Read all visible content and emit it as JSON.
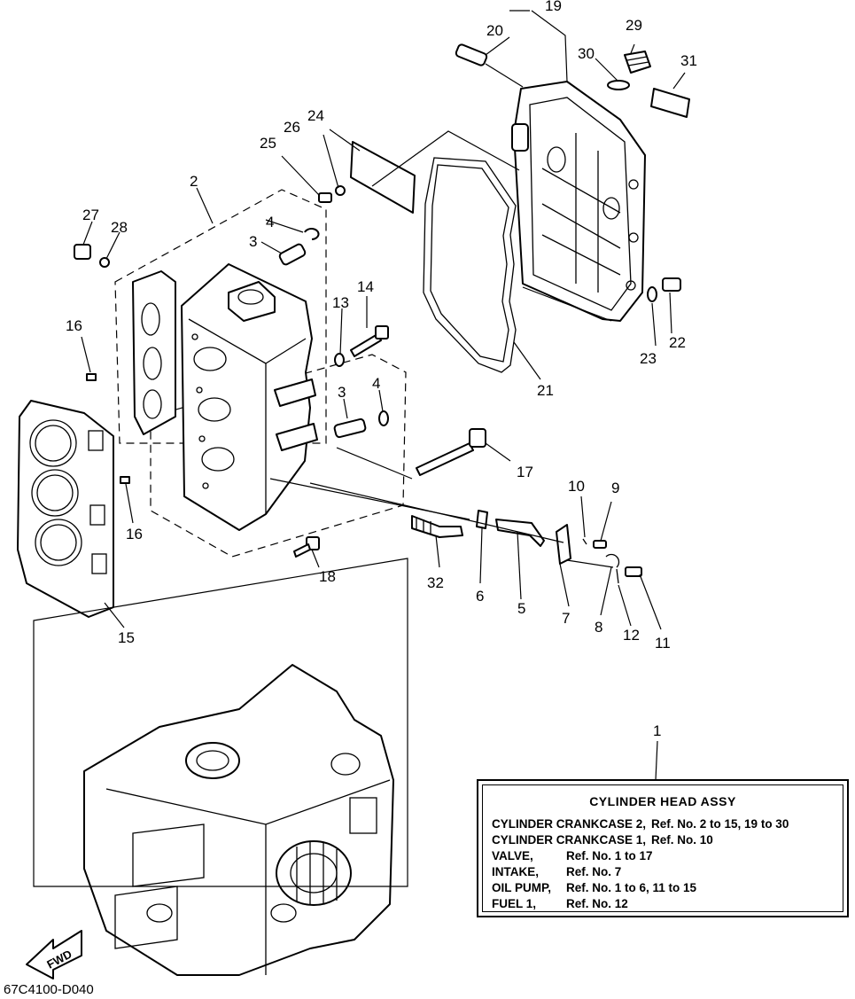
{
  "part_labels": [
    "1",
    "2",
    "3",
    "3",
    "4",
    "4",
    "5",
    "6",
    "7",
    "8",
    "9",
    "10",
    "11",
    "12",
    "13",
    "14",
    "15",
    "16",
    "16",
    "17",
    "18",
    "19",
    "20",
    "21",
    "22",
    "23",
    "24",
    "25",
    "26",
    "27",
    "28",
    "29",
    "30",
    "31",
    "32"
  ],
  "fwd_label": "FWD",
  "legend": {
    "title": "CYLINDER HEAD ASSY",
    "rows": [
      {
        "name": "CYLINDER CRANKCASE 2,",
        "ref": "Ref. No. 2 to 15, 19 to 30"
      },
      {
        "name": "CYLINDER CRANKCASE 1,",
        "ref": "Ref. No. 10"
      },
      {
        "name": "VALVE,",
        "ref": "Ref. No. 1 to 17"
      },
      {
        "name": "INTAKE,",
        "ref": "Ref. No. 7"
      },
      {
        "name": "OIL PUMP,",
        "ref": "Ref. No. 1 to 6, 11 to 15"
      },
      {
        "name": "FUEL 1,",
        "ref": "Ref. No. 12"
      }
    ]
  },
  "diagram_code": "67C4100-D040"
}
